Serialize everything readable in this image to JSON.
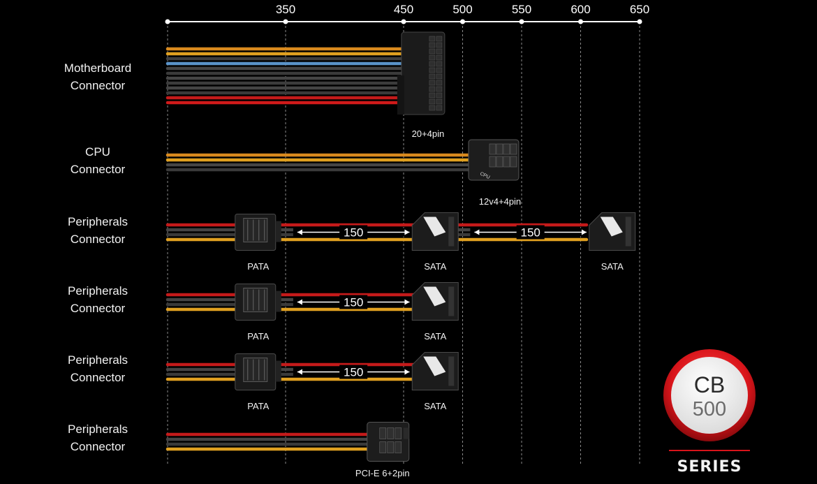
{
  "scale": {
    "ticks": [
      {
        "value": 250,
        "label": ""
      },
      {
        "value": 350,
        "label": "350"
      },
      {
        "value": 450,
        "label": "450"
      },
      {
        "value": 500,
        "label": "500"
      },
      {
        "value": 550,
        "label": "550"
      },
      {
        "value": 600,
        "label": "600"
      },
      {
        "value": 650,
        "label": "650"
      }
    ]
  },
  "rows": [
    {
      "label_line1": "Motherboard",
      "label_line2": "Connector",
      "wire_colors": [
        "#d98a1e",
        "#e0a020",
        "#3f3f3f",
        "#5a93c9",
        "#444444",
        "#3a3a3a",
        "#454545",
        "#3c3c3c",
        "#444444",
        "#3a3a3a",
        "#c41a1a",
        "#d01a1a"
      ],
      "end_value": 460,
      "connectors": [
        {
          "type": "atx",
          "value": 460,
          "caption": "20+4pin"
        }
      ],
      "spans": []
    },
    {
      "label_line1": "CPU",
      "label_line2": "Connector",
      "wire_colors": [
        "#d98a1e",
        "#e0a020",
        "#454545",
        "#3a3a3a"
      ],
      "end_value": 505,
      "connectors": [
        {
          "type": "cpu",
          "value": 505,
          "caption": "12v4+4pin"
        }
      ],
      "spans": []
    },
    {
      "label_line1": "Peripherals",
      "label_line2": "Connector",
      "wire_colors": [
        "#c41a1a",
        "#454545",
        "#3a3a3a",
        "#e0a020"
      ],
      "end_value": 605,
      "connectors": [
        {
          "type": "pata",
          "value": 325,
          "caption": "PATA"
        },
        {
          "type": "sata",
          "value": 475,
          "caption": "SATA"
        },
        {
          "type": "sata",
          "value": 625,
          "caption": "SATA"
        }
      ],
      "spans": [
        {
          "from": 360,
          "to": 455,
          "label": "150"
        },
        {
          "from": 510,
          "to": 605,
          "label": "150"
        }
      ]
    },
    {
      "label_line1": "Peripherals",
      "label_line2": "Connector",
      "wire_colors": [
        "#c41a1a",
        "#454545",
        "#3a3a3a",
        "#e0a020"
      ],
      "end_value": 460,
      "connectors": [
        {
          "type": "pata",
          "value": 325,
          "caption": "PATA"
        },
        {
          "type": "sata",
          "value": 475,
          "caption": "SATA"
        }
      ],
      "spans": [
        {
          "from": 360,
          "to": 455,
          "label": "150"
        }
      ]
    },
    {
      "label_line1": "Peripherals",
      "label_line2": "Connector",
      "wire_colors": [
        "#c41a1a",
        "#454545",
        "#3a3a3a",
        "#e0a020"
      ],
      "end_value": 460,
      "connectors": [
        {
          "type": "pata",
          "value": 325,
          "caption": "PATA"
        },
        {
          "type": "sata",
          "value": 475,
          "caption": "SATA"
        }
      ],
      "spans": [
        {
          "from": 360,
          "to": 455,
          "label": "150"
        }
      ]
    },
    {
      "label_line1": "Peripherals",
      "label_line2": "Connector",
      "wire_colors": [
        "#c41a1a",
        "#454545",
        "#3a3a3a",
        "#e0a020"
      ],
      "end_value": 420,
      "connectors": [
        {
          "type": "pcie",
          "value": 425,
          "caption": "PCI-E 6+2pin"
        }
      ],
      "spans": []
    }
  ],
  "logo": {
    "top_text": "CB",
    "bottom_text": "500",
    "series_text": "SERIES",
    "accent": "#d8141a"
  }
}
